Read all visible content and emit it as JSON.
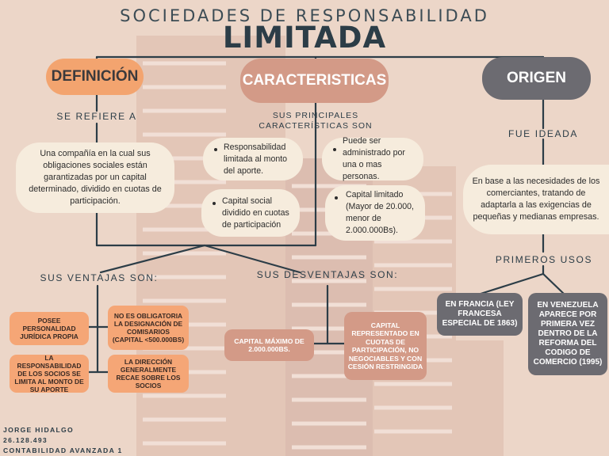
{
  "title": {
    "line1": "SOCIEDADES DE RESPONSABILIDAD",
    "line2": "LIMITADA"
  },
  "definicion": {
    "header": "DEFINICIÓN",
    "connector": "SE REFIERE A",
    "text": "Una compañía en la cual sus obligaciones sociales están garantizadas por un capital determinado, dividido en cuotas de participación."
  },
  "caracteristicas": {
    "header": "CARACTERISTICAS",
    "connector": "SUS PRINCIPALES CARACTERÍSTICAS SON",
    "items": [
      "Responsabilidad limitada al monto del aporte.",
      "Puede ser administrado por una o mas personas.",
      "Capital social dividido en cuotas de participación",
      "Capital limitado (Mayor de 20.000, menor de 2.000.000Bs)."
    ]
  },
  "origen": {
    "header": "ORIGEN",
    "connector": "FUE IDEADA",
    "text": "En base a las necesidades de los comerciantes, tratando de adaptarla a las exigencias de pequeñas y medianas empresas.",
    "usos_label": "PRIMEROS USOS",
    "usos": [
      "EN FRANCIA (LEY FRANCESA ESPECIAL DE 1863)",
      "EN VENEZUELA APARECE POR PRIMERA VEZ DENTRO DE LA REFORMA DEL CODIGO DE COMERCIO (1995)"
    ]
  },
  "ventajas": {
    "label": "SUS VENTAJAS SON:",
    "items": [
      "POSEE PERSONALIDAD JURÍDICA PROPIA",
      "NO ES OBLIGATORIA LA DESIGNACIÓN DE COMISARIOS (CAPITAL <500.000BS)",
      "LA RESPONSABILIDAD DE LOS SOCIOS SE LIMITA AL MONTO DE SU APORTE",
      "LA DIRECCIÓN GENERALMENTE RECAE SOBRE LOS SOCIOS"
    ]
  },
  "desventajas": {
    "label": "SUS DESVENTAJAS SON:",
    "items": [
      "CAPITAL MÁXIMO DE 2.000.000BS.",
      "CAPITAL REPRESENTADO EN CUOTAS DE PARTICIPACIÓN, NO NEGOCIABLES Y CON CESIÓN RESTRINGIDA"
    ]
  },
  "author": {
    "name": "JORGE HIDALGO",
    "id": "26.128.493",
    "course": "CONTABILIDAD AVANZADA 1"
  },
  "colors": {
    "background": "#ecd6c8",
    "orange": "#f3a46f",
    "rose": "#d39a87",
    "grey": "#6c6b71",
    "cream": "#f6ecdd",
    "text_dark": "#2c3d47"
  }
}
